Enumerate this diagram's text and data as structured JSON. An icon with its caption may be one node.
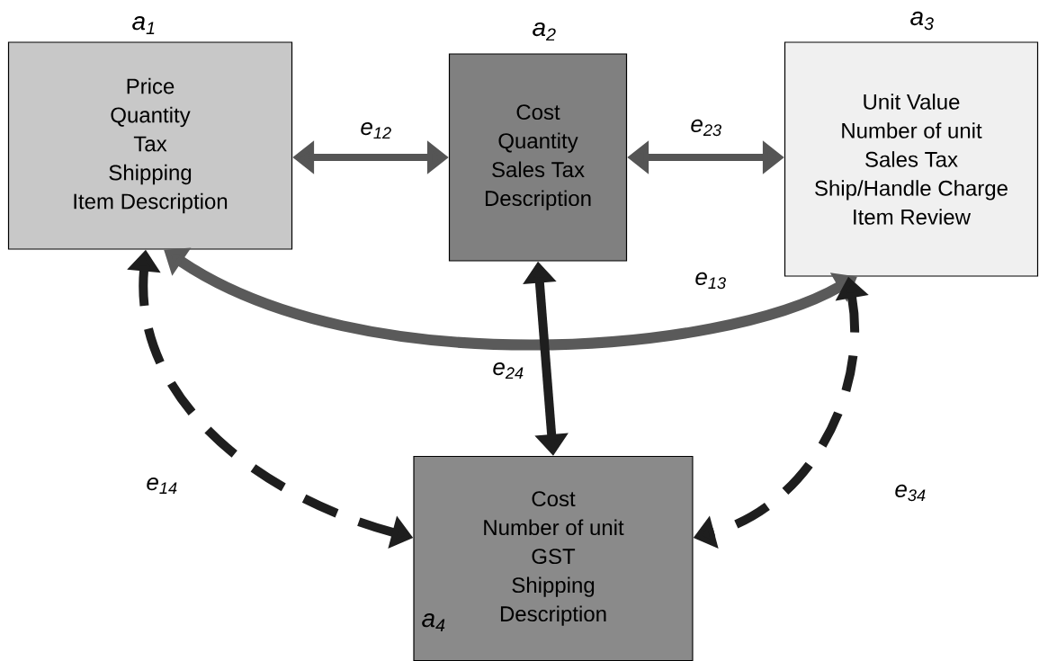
{
  "diagram": {
    "nodes": [
      {
        "text": [
          "a$_{1}$",
          "Price",
          "Quantity",
          "Tax",
          "Shipping",
          "Item Description"
        ]
      },
      {
        "text": [
          "a$_{2}$",
          "Cost",
          "Quantity",
          "Sales Tax",
          "Description"
        ]
      },
      {
        "text": [
          "a$_{3}$",
          "Unit Value",
          "Number of unit",
          "Sales Tax",
          "Ship/Handle Charge",
          "Item Review"
        ]
      },
      {
        "text": [
          "a$_{4}$",
          "Cost",
          "Number of unit",
          "GST",
          "Shipping",
          "Description"
        ]
      }
    ],
    "edges": [
      {
        "from": 0,
        "to": 1,
        "arrow": "both",
        "label": "e$_{12}$",
        "color": "#555555"
      },
      {
        "from": 1,
        "to": 2,
        "arrow": "both",
        "label": "e$_{23}$",
        "color": "#555555"
      },
      {
        "from": 0,
        "to": 2,
        "arrow": "both",
        "label": "e$_{13}$",
        "color": "#5a5a5a"
      },
      {
        "from": 1,
        "to": 3,
        "arrow": "both",
        "label": "e$_{24}$",
        "color": "#1e1e1e"
      },
      {
        "from": 0,
        "to": 3,
        "arrow": "both",
        "label": "e$_{14}$",
        "style": "dashed",
        "color": "#1e1e1e"
      },
      {
        "from": 2,
        "to": 3,
        "arrow": "both",
        "label": "e$_{34}$",
        "style": "dashed",
        "color": "#1e1e1e"
      }
    ]
  }
}
